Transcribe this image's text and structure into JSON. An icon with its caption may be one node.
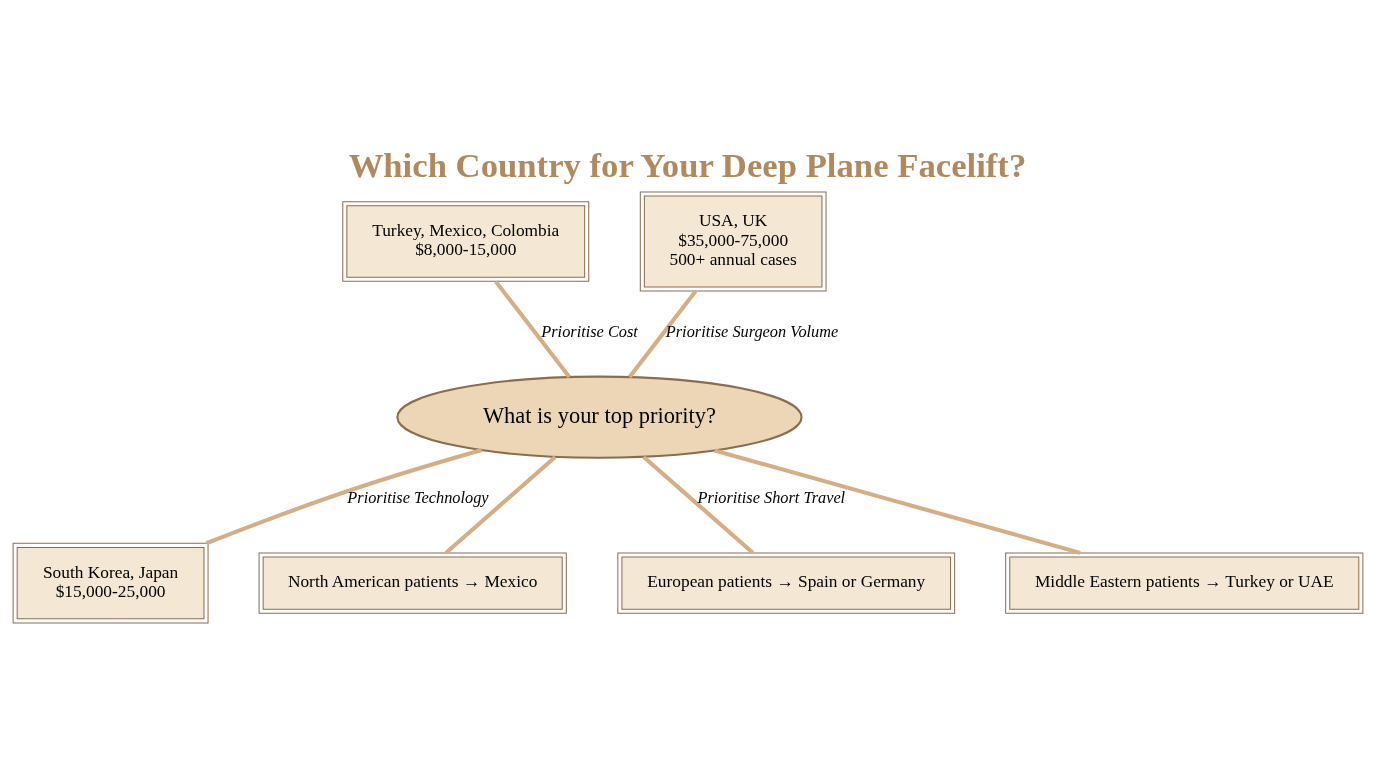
{
  "diagram": {
    "title": "Which Country for Your Deep Plane Facelift?",
    "nodes": [
      {
        "text": [
          "Turkey, Mexico, Colombia",
          "$8,000-15,000"
        ]
      },
      {
        "text": [
          "USA, UK",
          "$35,000-75,000",
          "500+ annual cases"
        ]
      },
      {
        "text": [
          "What is your top priority?"
        ]
      },
      {
        "text": [
          "South Korea, Japan",
          "$15,000-25,000"
        ]
      },
      {
        "text": [
          "North American patients → Mexico"
        ]
      },
      {
        "text": [
          "European patients → Spain or Germany"
        ]
      },
      {
        "text": [
          "Middle Eastern patients → Turkey or UAE"
        ]
      }
    ],
    "edges": [
      {
        "from": 0,
        "to": 2,
        "arrow": "none",
        "label": "Prioritise Cost"
      },
      {
        "from": 1,
        "to": 2,
        "arrow": "none",
        "label": "Prioritise Surgeon Volume"
      },
      {
        "from": 2,
        "to": 3,
        "arrow": "none",
        "label": "Prioritise Technology"
      },
      {
        "from": 2,
        "to": 4,
        "arrow": "none"
      },
      {
        "from": 2,
        "to": 5,
        "arrow": "none",
        "label": "Prioritise Short Travel"
      },
      {
        "from": 2,
        "to": 6,
        "arrow": "none"
      }
    ]
  }
}
